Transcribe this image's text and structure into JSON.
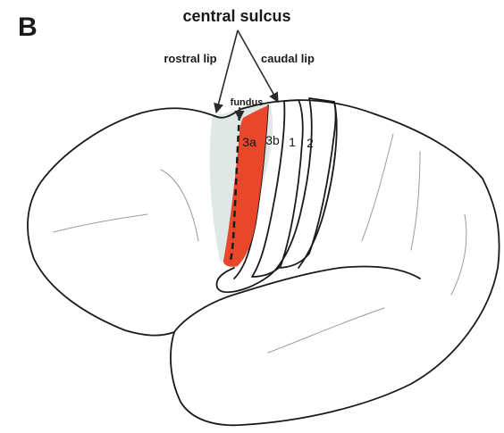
{
  "panel_letter": "B",
  "title": "central sulcus",
  "labels": {
    "rostral_lip": "rostral lip",
    "caudal_lip": "caudal lip",
    "fundus": "fundus"
  },
  "areas": [
    {
      "id": "3a",
      "label": "3a"
    },
    {
      "id": "3b",
      "label": "3b"
    },
    {
      "id": "1",
      "label": "1"
    },
    {
      "id": "2",
      "label": "2"
    }
  ],
  "colors": {
    "area_3a_fill": "#e8472b",
    "sulcus_shading": "#dfe8e4",
    "outline": "#1a1a1a"
  }
}
